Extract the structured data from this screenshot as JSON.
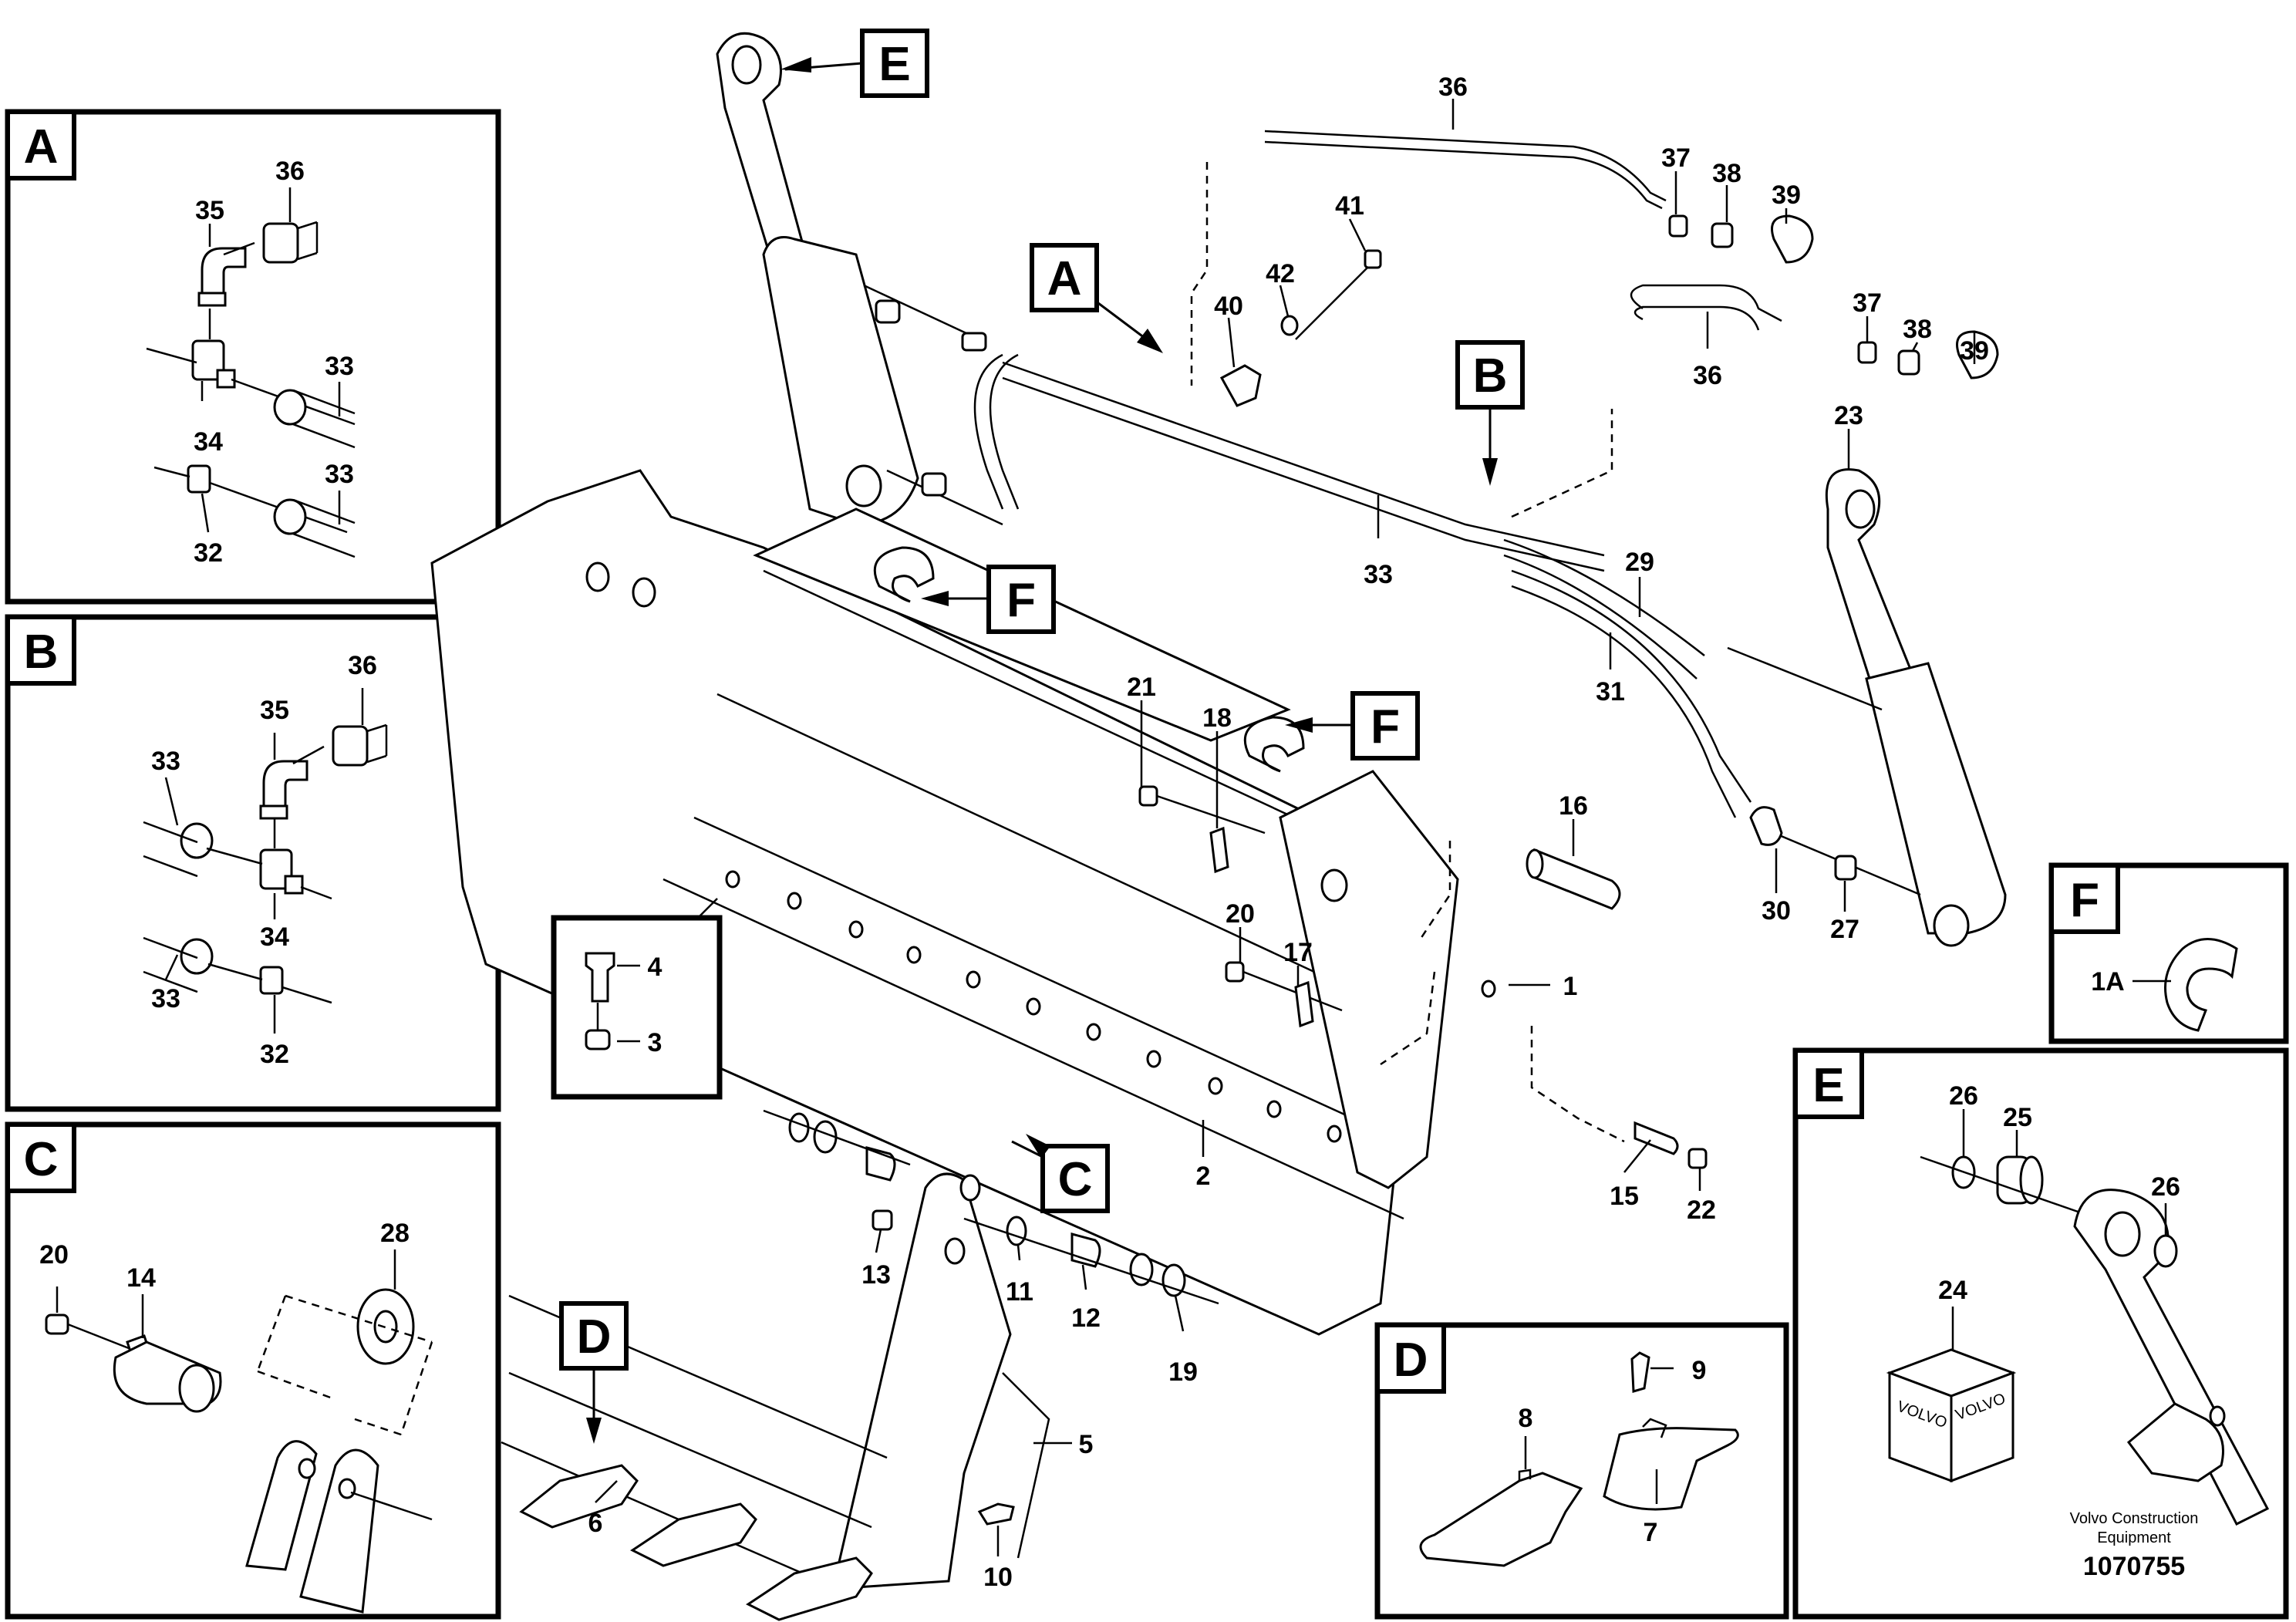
{
  "panels": {
    "A": {
      "letter": "A",
      "labels": [
        "35",
        "36",
        "33",
        "34",
        "33",
        "32"
      ]
    },
    "B": {
      "letter": "B",
      "labels": [
        "35",
        "36",
        "33",
        "33",
        "34",
        "33",
        "32"
      ]
    },
    "C": {
      "letter": "C",
      "labels": [
        "20",
        "14",
        "28"
      ]
    },
    "D": {
      "letter": "D",
      "labels": [
        "9",
        "8",
        "7"
      ]
    },
    "E": {
      "letter": "E",
      "labels": [
        "26",
        "25",
        "26",
        "24"
      ]
    },
    "F": {
      "letter": "F",
      "labels": [
        "1A"
      ]
    }
  },
  "callouts": {
    "tag_A": "A",
    "tag_B": "B",
    "tag_C": "C",
    "tag_D": "D",
    "tag_E": "E",
    "tag_F1": "F",
    "tag_F2": "F"
  },
  "main_labels": {
    "l36a": "36",
    "l37a": "37",
    "l38a": "38",
    "l39a": "39",
    "l41": "41",
    "l42": "42",
    "l40": "40",
    "l37b": "37",
    "l38b": "38",
    "l39b": "39",
    "l36b": "36",
    "l23": "23",
    "l33": "33",
    "l29": "29",
    "l31": "31",
    "l21": "21",
    "l18": "18",
    "l16": "16",
    "l20": "20",
    "l17": "17",
    "l1": "1",
    "l4": "4",
    "l3": "3",
    "l2": "2",
    "l30": "30",
    "l27": "27",
    "l15": "15",
    "l22": "22",
    "l13": "13",
    "l11": "11",
    "l12": "12",
    "l19": "19",
    "l5": "5",
    "l6": "6",
    "l10": "10"
  },
  "footer": {
    "line1": "Volvo Construction",
    "line2": "Equipment",
    "number": "1070755"
  },
  "box_text": "VOLVO"
}
